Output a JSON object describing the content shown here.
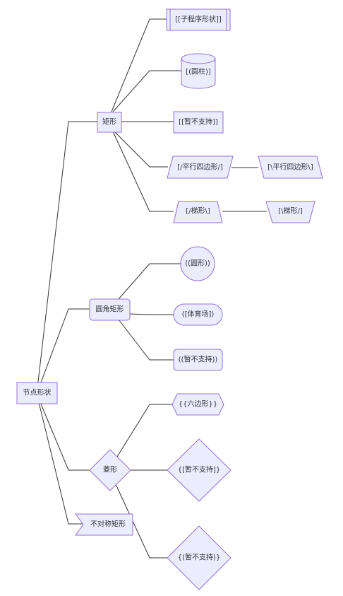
{
  "colors": {
    "fill": "#ECECFF",
    "stroke": "#9370DB",
    "edge": "#333333",
    "text": "#333333"
  },
  "nodes": {
    "root": "节点形状",
    "rect": "矩形",
    "subroutine": "[[子程序形状]]",
    "cylinder": "[(圆柱)]",
    "rect_unsupported": "[[暂不支持]]",
    "parallelogram": "[/平行四边形/]",
    "parallelogram_alt": "[\\平行四边形\\]",
    "trapezoid": "[/梯形\\]",
    "trapezoid_alt": "[\\梯形/]",
    "rounded": "圆角矩形",
    "circle": "((圆形))",
    "stadium": "([体育场])",
    "rounded_unsupported": "((暂不支持))",
    "rhombus": "菱形",
    "hexagon": "{{六边形}}",
    "rhombus_unsupported_1": "{[暂不支持]}",
    "rhombus_unsupported_2": "{(暂不支持)}",
    "asymmetric": "不对称矩形"
  }
}
